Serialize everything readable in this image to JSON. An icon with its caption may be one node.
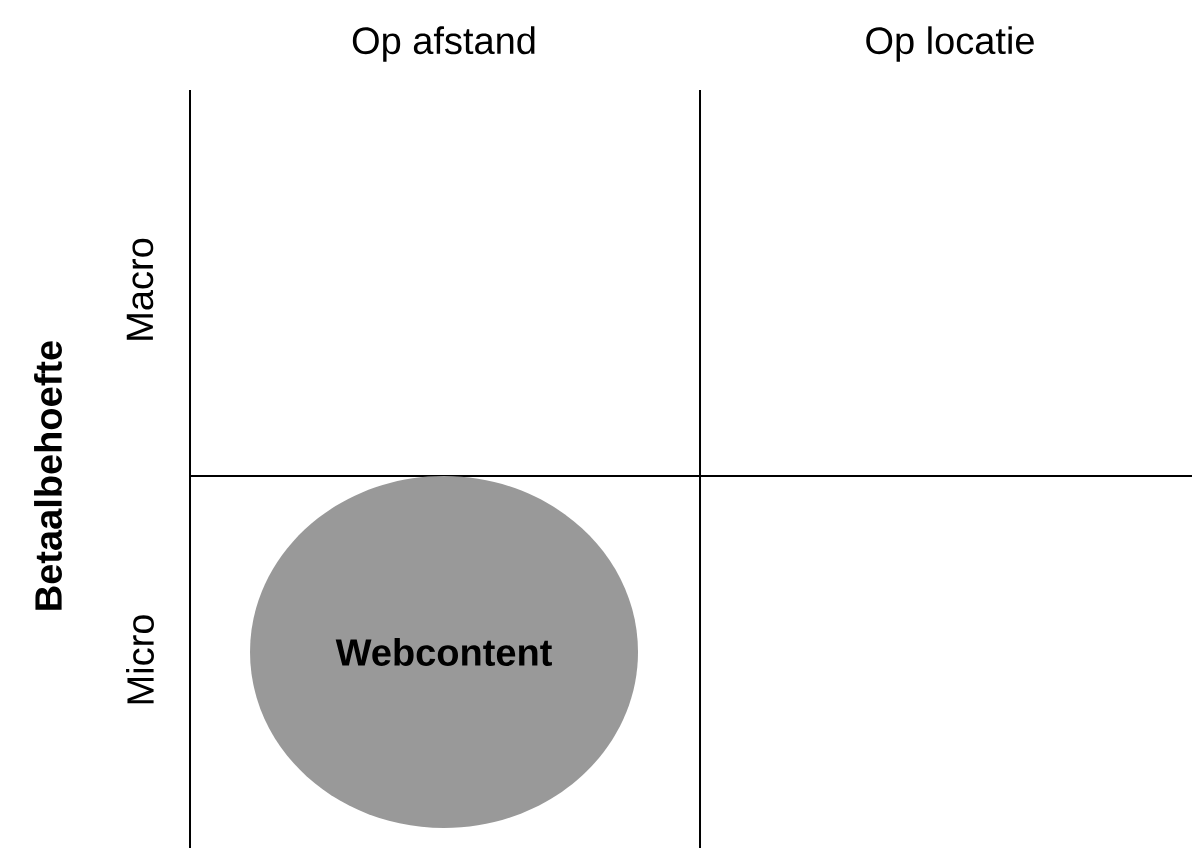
{
  "diagram": {
    "nodes": [
      {
        "text": [
          "Webcontent"
        ]
      }
    ],
    "labels": [
      "Op afstand",
      "Op locatie",
      "Betaalbehoefte",
      "Macro",
      "Micro"
    ]
  }
}
